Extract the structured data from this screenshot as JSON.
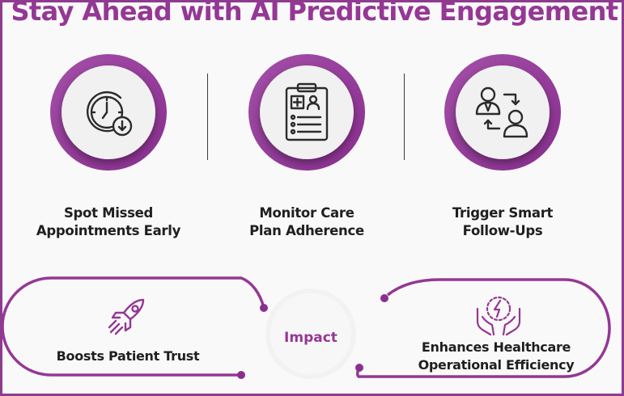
{
  "title": "Stay Ahead with AI Predictive Engagement",
  "features": [
    {
      "line1": "Spot Missed",
      "line2": "Appointments Early",
      "icon": "clock-icon"
    },
    {
      "line1": "Monitor Care",
      "line2": "Plan Adherence",
      "icon": "clipboard-icon"
    },
    {
      "line1": "Trigger Smart",
      "line2": "Follow-Ups",
      "icon": "follow-up-icon"
    }
  ],
  "impact": {
    "center_label": "Impact",
    "left_label": "Boosts Patient Trust",
    "left_icon": "rocket-icon",
    "right_line1": "Enhances Healthcare",
    "right_line2": "Operational Efficiency",
    "right_icon": "energy-hands-icon"
  },
  "colors": {
    "accent": "#953795",
    "ring": "#9b40a0",
    "text": "#1f1f1f",
    "background": "#f9f9f9"
  }
}
